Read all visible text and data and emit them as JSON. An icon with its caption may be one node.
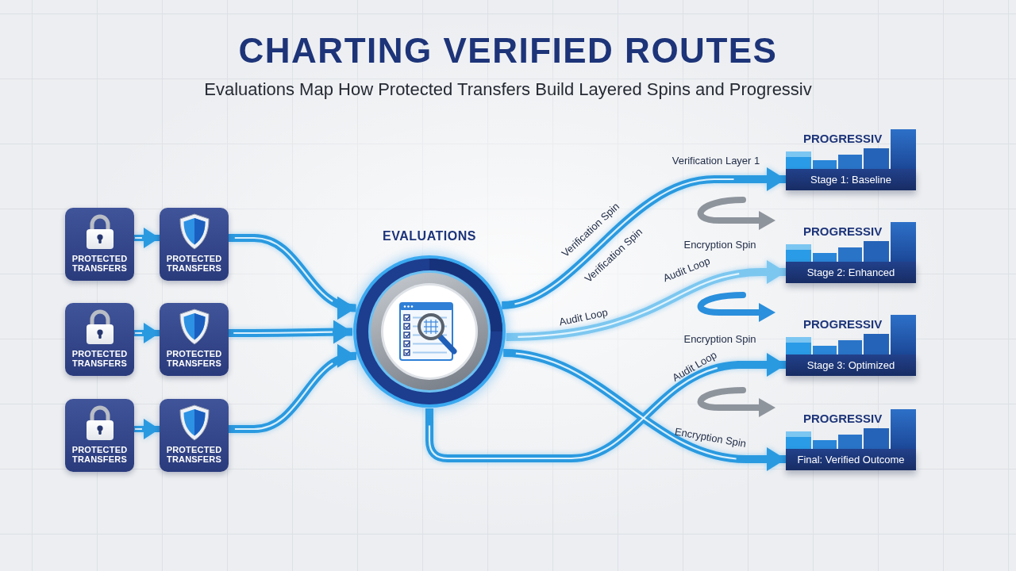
{
  "diagram": {
    "title": "CHARTING VERIFIED ROUTES",
    "nodes": [
      {
        "text": [
          "PROTECTED TRANSFERS"
        ]
      },
      {
        "text": [
          "PROTECTED TRANSFERS"
        ]
      },
      {
        "text": [
          "PROTECTED TRANSFERS"
        ]
      },
      {
        "text": [
          "PROTECTED TRANSFERS"
        ]
      },
      {
        "text": [
          "PROTECTED TRANSFERS"
        ]
      },
      {
        "text": [
          "PROTECTED TRANSFERS"
        ]
      },
      {
        "text": [
          "EVALUATIONS"
        ]
      },
      {
        "text": [
          "PROGRESSIV",
          "Stage 1: Baseline"
        ]
      },
      {
        "text": [
          "PROGRESSIV",
          "Stage 2: Enhanced"
        ]
      },
      {
        "text": [
          "PROGRESSIV",
          "Stage 3: Optimized"
        ]
      },
      {
        "text": [
          "PROGRESSIV",
          "Final: Verified Outcome"
        ]
      }
    ],
    "edges": [
      {
        "from": 0,
        "to": 1,
        "arrow": "to"
      },
      {
        "from": 2,
        "to": 3,
        "arrow": "to"
      },
      {
        "from": 4,
        "to": 5,
        "arrow": "to"
      },
      {
        "from": 1,
        "to": 6,
        "arrow": "to"
      },
      {
        "from": 3,
        "to": 6,
        "arrow": "to"
      },
      {
        "from": 5,
        "to": 6,
        "arrow": "to"
      },
      {
        "from": 6,
        "to": 7,
        "arrow": "to",
        "label": "Verification Spin"
      },
      {
        "from": 6,
        "to": 8,
        "arrow": "to",
        "label": "Audit Loop",
        "color": "#7cc7f0"
      },
      {
        "from": 6,
        "to": 9,
        "arrow": "to",
        "label": "Audit Loop"
      },
      {
        "from": 6,
        "to": 10,
        "arrow": "to",
        "label": "Encryption Spin"
      }
    ],
    "labels": [
      "Evaluations Map How Protected Transfers Build Layered Spins and Progressiv",
      "Verification Layer 1",
      "Verification Spin",
      "Encryption Spin",
      "Audit Loop",
      "Encryption Spin"
    ]
  }
}
